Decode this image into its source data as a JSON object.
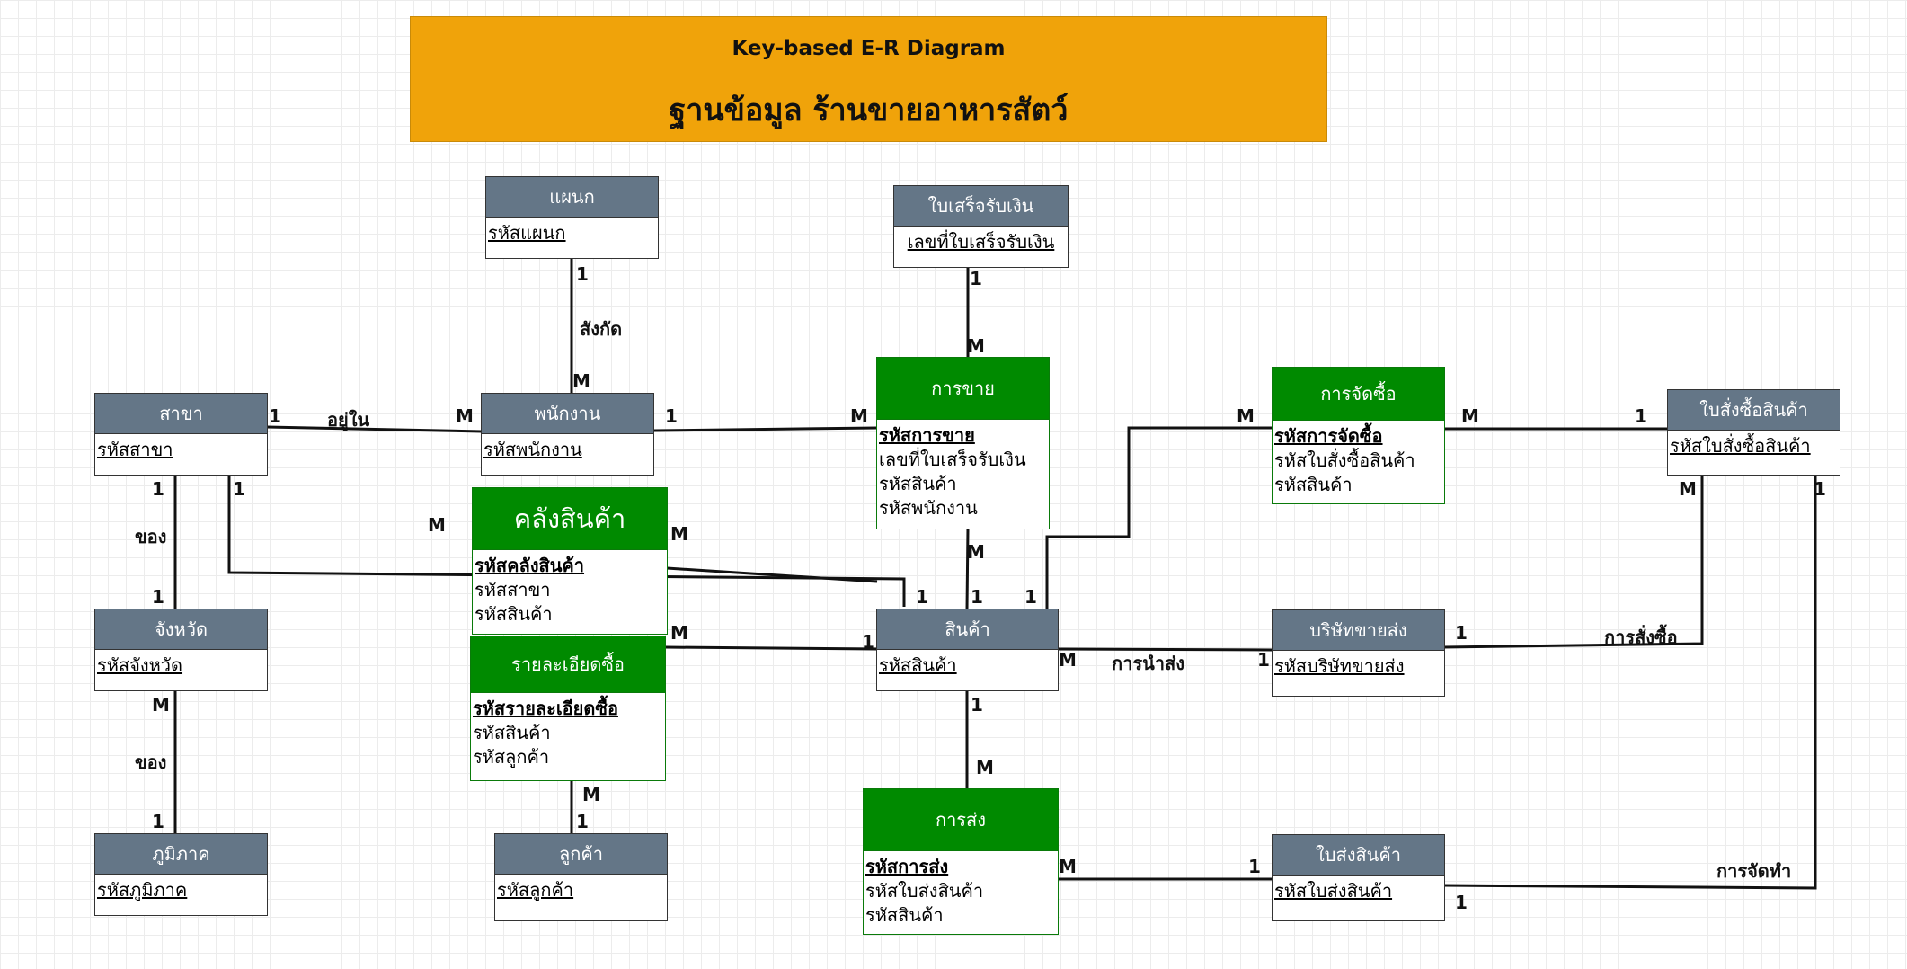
{
  "title": {
    "line1": "Key-based  E-R Diagram",
    "line2": "ฐานข้อมูล  ร้านขายอาหารสัตว์"
  },
  "entities": {
    "dept": {
      "name": "แผนก",
      "key": "รหัสแผนก"
    },
    "receipt": {
      "name": "ใบเสร็จรับเงิน",
      "key": "เลขที่ใบเสร็จรับเงิน"
    },
    "branch": {
      "name": "สาขา",
      "key": "รหัสสาขา"
    },
    "employee": {
      "name": "พนักงาน",
      "key": "รหัสพนักงาน"
    },
    "province": {
      "name": "จังหวัด",
      "key": "รหัสจังหวัด"
    },
    "region": {
      "name": "ภูมิภาค",
      "key": "รหัสภูมิภาค"
    },
    "customer": {
      "name": "ลูกค้า",
      "key": "รหัสลูกค้า"
    },
    "product": {
      "name": "สินค้า",
      "key": "รหัสสินค้า"
    },
    "supplier": {
      "name": "บริษัทขายส่ง",
      "key": "รหัสบริษัทขายส่ง"
    },
    "po": {
      "name": "ใบสั่งซื้อสินค้า",
      "key": "รหัสใบสั่งซื้อสินค้า"
    },
    "deliverynote": {
      "name": "ใบส่งสินค้า",
      "key": "รหัสใบส่งสินค้า"
    }
  },
  "associative": {
    "sale": {
      "name": "การขาย",
      "key": "รหัสการขาย",
      "attrs": [
        "เลขที่ใบเสร็จรับเงิน",
        "รหัสสินค้า",
        "รหัสพนักงาน"
      ]
    },
    "purchase": {
      "name": "การจัดซื้อ",
      "key": "รหัสการจัดซื้อ",
      "attrs": [
        "รหัสใบสั่งซื้อสินค้า",
        "รหัสสินค้า"
      ]
    },
    "warehouse": {
      "name": "คลังสินค้า",
      "key": "รหัสคลังสินค้า",
      "attrs": [
        "รหัสสาขา",
        "รหัสสินค้า"
      ]
    },
    "orderdetail": {
      "name": "รายละเอียดซื้อ",
      "key": "รหัสรายละเอียดซื้อ",
      "attrs": [
        "รหัสสินค้า",
        "รหัสลูกค้า"
      ]
    },
    "delivery": {
      "name": "การส่ง",
      "key": "รหัสการส่ง",
      "attrs": [
        "รหัสใบส่งสินค้า",
        "รหัสสินค้า"
      ]
    }
  },
  "relationships": {
    "belongs_dept": "สังกัด",
    "located_in": "อยู่ใน",
    "of_branch": "ของ",
    "of_province": "ของ",
    "shipping": "การนำส่ง",
    "ordering": "การสั่งซื้อ",
    "preparing": "การจัดทำ"
  },
  "cardinality": {
    "one": "1",
    "many": "M"
  }
}
